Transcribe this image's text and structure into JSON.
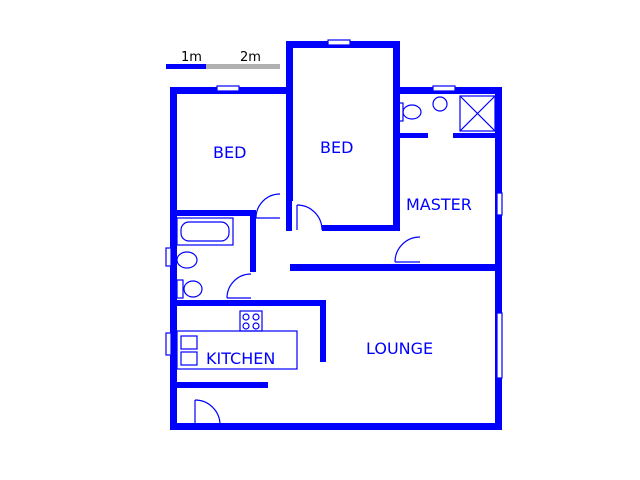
{
  "scale": {
    "mark_1": "1m",
    "mark_2": "2m",
    "color_primary": "#0000ff",
    "color_secondary": "#b0b0b0"
  },
  "rooms": {
    "bed_1": "BED",
    "bed_2": "BED",
    "master": "MASTER",
    "kitchen": "KITCHEN",
    "lounge": "LOUNGE"
  },
  "colors": {
    "wall": "#0000ff",
    "background": "#ffffff"
  }
}
